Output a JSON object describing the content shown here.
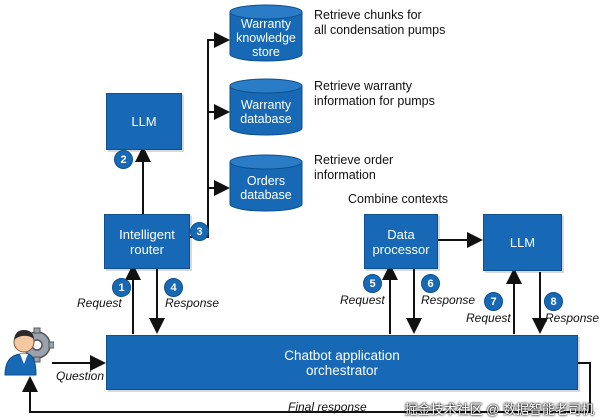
{
  "boxes": {
    "llm_top": "LLM",
    "router": "Intelligent\nrouter",
    "data_processor": "Data\nprocessor",
    "llm_right": "LLM",
    "orchestrator": "Chatbot application\norchestrator"
  },
  "databases": {
    "warranty_knowledge": "Warranty\nknowledge\nstore",
    "warranty_db": "Warranty\ndatabase",
    "orders_db": "Orders\ndatabase"
  },
  "annotations": {
    "retrieve_chunks": "Retrieve chunks for\nall condensation pumps",
    "retrieve_warranty": "Retrieve warranty\ninformation for pumps",
    "retrieve_order": "Retrieve order\ninformation",
    "combine_contexts": "Combine contexts"
  },
  "flow_labels": {
    "request_1": "Request",
    "response_4": "Response",
    "request_5": "Request",
    "response_6": "Response",
    "request_7": "Request",
    "response_8": "Response",
    "question": "Question",
    "final_response": "Final response"
  },
  "steps": [
    "1",
    "2",
    "3",
    "4",
    "5",
    "6",
    "7",
    "8"
  ],
  "watermark": "掘金技术社区 @ 数据智能老司机",
  "colors": {
    "box_fill": "#1769b5",
    "arrow": "#111111"
  }
}
